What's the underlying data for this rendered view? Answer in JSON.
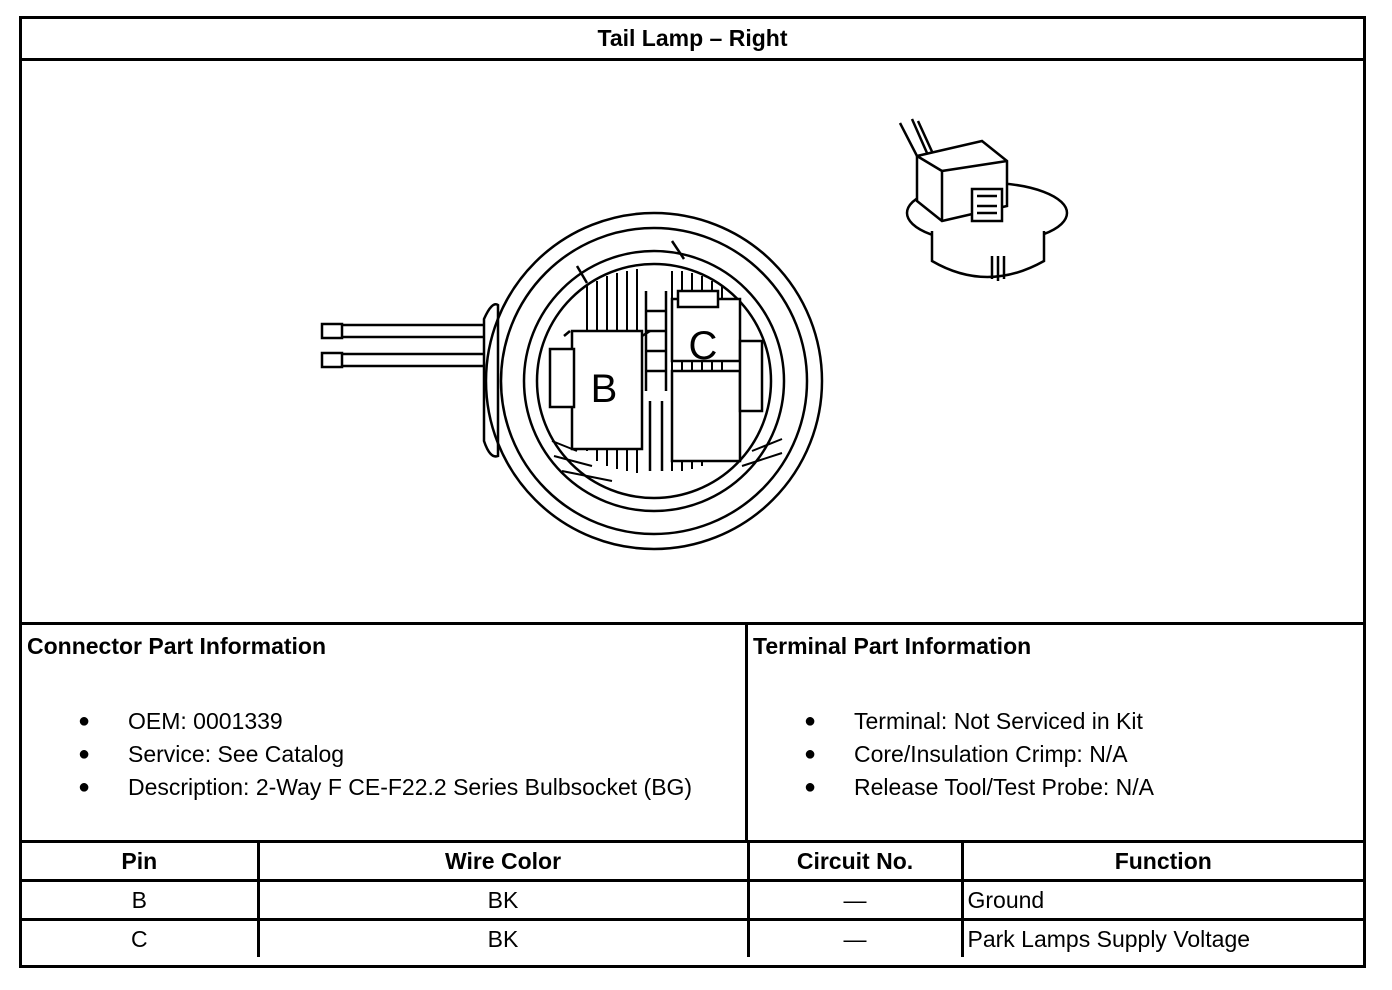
{
  "title": "Tail Lamp – Right",
  "diagram": {
    "cavity_labels": [
      "B",
      "C"
    ]
  },
  "connector_info": {
    "heading": "Connector Part Information",
    "items": [
      "OEM: 0001339",
      "Service: See Catalog",
      "Description: 2-Way F CE-F22.2 Series Bulbsocket (BG)"
    ]
  },
  "terminal_info": {
    "heading": "Terminal Part Information",
    "items": [
      "Terminal: Not Serviced in Kit",
      "Core/Insulation Crimp: N/A",
      "Release Tool/Test Probe: N/A"
    ]
  },
  "pin_table": {
    "headers": [
      "Pin",
      "Wire Color",
      "Circuit No.",
      "Function"
    ],
    "rows": [
      [
        "B",
        "BK",
        "—",
        "Ground"
      ],
      [
        "C",
        "BK",
        "—",
        "Park Lamps Supply Voltage"
      ]
    ]
  }
}
